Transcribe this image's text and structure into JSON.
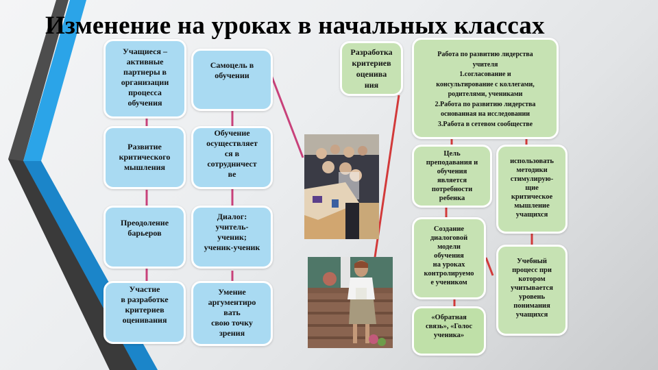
{
  "slide": {
    "title": "Изменение на уроках в начальных классах",
    "colors": {
      "blue_box": "#a9daf2",
      "green_box": "#c6e2b3",
      "stripe_blue": "#29a3e6",
      "stripe_dark": "#4a4a4a",
      "connector_pink": "#c8417a",
      "connector_red": "#d23a3a"
    },
    "left_column": [
      {
        "id": "students-partners",
        "lines": [
          "Учащиеся –",
          "активные",
          "партнеры в",
          "организации",
          "процесса",
          "обучения"
        ]
      },
      {
        "id": "critical-thinking",
        "lines": [
          "Развитие",
          "критического",
          "мышления"
        ]
      },
      {
        "id": "overcoming-barriers",
        "lines": [
          "Преодоление",
          "барьеров"
        ]
      },
      {
        "id": "criteria-participation",
        "lines": [
          "Участие",
          "в разработке",
          "критериев",
          "оценивания"
        ]
      }
    ],
    "middle_column": [
      {
        "id": "self-goal",
        "lines": [
          "Самоцель в",
          "обучении"
        ]
      },
      {
        "id": "cooperation",
        "lines": [
          "Обучение",
          "осуществляет",
          "ся в",
          "сотрудничест",
          "ве"
        ]
      },
      {
        "id": "dialogue",
        "lines": [
          "Диалог:",
          "учитель-",
          "ученик;",
          "ученик-ученик"
        ]
      },
      {
        "id": "argue",
        "lines": [
          "Умение",
          "аргументиро",
          "вать",
          "свою точку",
          "зрения"
        ]
      }
    ],
    "criteria_box": {
      "id": "criteria-development",
      "lines": [
        "Разработка",
        "критериев",
        "оценива",
        "ния"
      ]
    },
    "leadership_box": {
      "id": "teacher-leadership",
      "lines": [
        "Работа по развитию  лидерства",
        "учителя",
        "1.согласование и",
        "консультирование с  коллегами,",
        "родителями, учениками",
        "2.Работа по развитию лидерства",
        "основанная на исследовании",
        "3.Работа в сетевом сообществе"
      ]
    },
    "right_left_column": [
      {
        "id": "child-needs",
        "lines": [
          "Цель",
          "преподавания и",
          "обучения",
          "является",
          "потребности",
          "ребенка"
        ]
      },
      {
        "id": "dialog-model",
        "lines": [
          "Создание",
          "диалоговой",
          "модели",
          "обучения",
          "на уроках",
          "контролируемо",
          "е учеником"
        ]
      },
      {
        "id": "feedback",
        "lines": [
          "«Обратная",
          "связь»,  «Голос",
          "ученика»"
        ]
      }
    ],
    "right_right_column": [
      {
        "id": "stimulate-methods",
        "lines": [
          "использовать",
          "методики",
          "стимулирую-",
          "щие",
          "критическое",
          "мышление",
          "учащихся"
        ]
      },
      {
        "id": "understanding-level",
        "lines": [
          "Учебный",
          "процесс при",
          "котором",
          "учитывается",
          "уровень",
          "понимания",
          "учащихся"
        ]
      }
    ],
    "photos": [
      {
        "id": "classroom-photo",
        "alt": "Ученики в классе за партами"
      },
      {
        "id": "teacher-photo",
        "alt": "Учитель на ступенях с дипломом"
      }
    ]
  }
}
